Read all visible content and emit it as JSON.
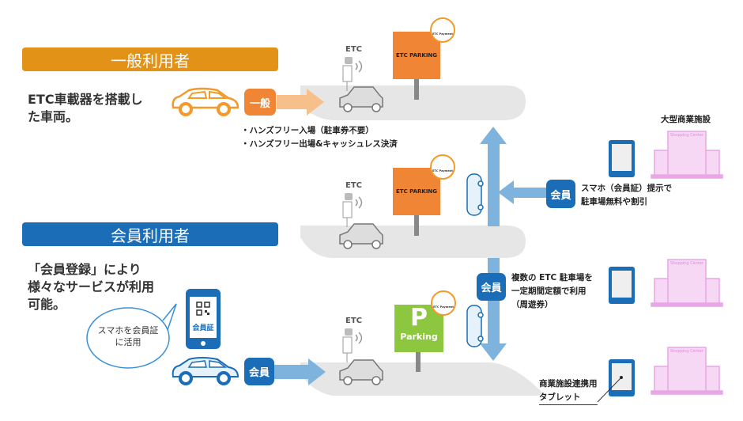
{
  "general": {
    "header": "一般利用者",
    "description_lines": [
      "ETC車載器を搭載し",
      "た車両。"
    ],
    "badge": "一般",
    "bullets": [
      "・ハンズフリー入場（駐車券不要）",
      "・ハンズフリー出場&キャッシュレス決済"
    ]
  },
  "member": {
    "header": "会員利用者",
    "description_lines": [
      "「会員登録」により",
      "様々なサービスが利用",
      "可能。"
    ],
    "badge": "会員",
    "bubble_lines": [
      "スマホを会員証",
      "に活用"
    ],
    "phone_label": "会員証"
  },
  "gates": {
    "etc_label": "ETC",
    "parking_sign": "ETC PARKING",
    "logo": "ETC Payment",
    "p_letter": "P",
    "p_label": "Parking"
  },
  "services": {
    "facility_title": "大型商業施設",
    "building_sign": "Shopping Center",
    "smartphone_badge": "会員",
    "smartphone_lines": [
      "スマホ（会員証）提示で",
      "駐車場無料や割引"
    ],
    "pass_badge": "会員",
    "pass_lines": [
      "複数の ETC 駐車場を",
      "一定期間定額で利用",
      "（周遊券）"
    ],
    "tablet_lines": [
      "商業施設連携用",
      "タブレット"
    ]
  },
  "colors": {
    "general": "#E29317",
    "general_badge": "#F08536",
    "member": "#1A6DB6",
    "arrow_blue": "#7DB3DD",
    "parking_green": "#8DC63F",
    "building": "#E9A6E6"
  }
}
